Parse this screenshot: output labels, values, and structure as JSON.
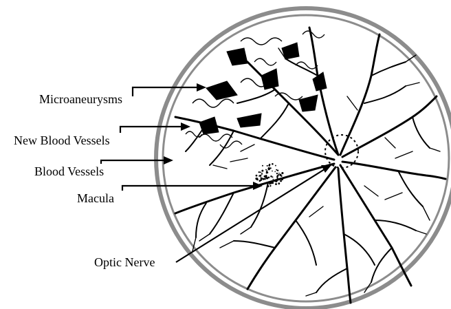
{
  "labels": {
    "microaneurysms": "Microaneurysms",
    "new_blood_vessels": "New Blood Vessels",
    "blood_vessels": "Blood Vessels",
    "macula": "Macula",
    "optic_nerve": "Optic Nerve"
  },
  "colors": {
    "ring": "#8c8c8c",
    "ink": "#000000",
    "background": "#ffffff"
  }
}
